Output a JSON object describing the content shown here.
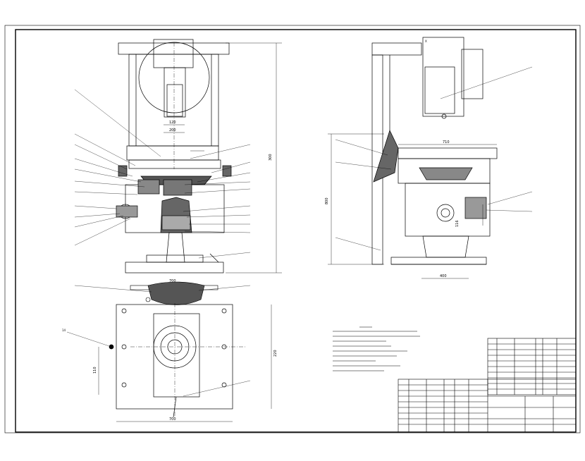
{
  "drawing": {
    "dimensions": {
      "front_overall_height": "300",
      "front_mid": "120",
      "front_upper": "200",
      "front_section_width": "700",
      "plan_height": "220",
      "plan_width": "700",
      "plan_offset": "110",
      "side_table_width": "710",
      "side_lower_width": "400",
      "side_height": "800",
      "side_small": "116"
    },
    "callouts": {
      "side_top_marker": "X",
      "plan_left_marker": "14"
    }
  }
}
